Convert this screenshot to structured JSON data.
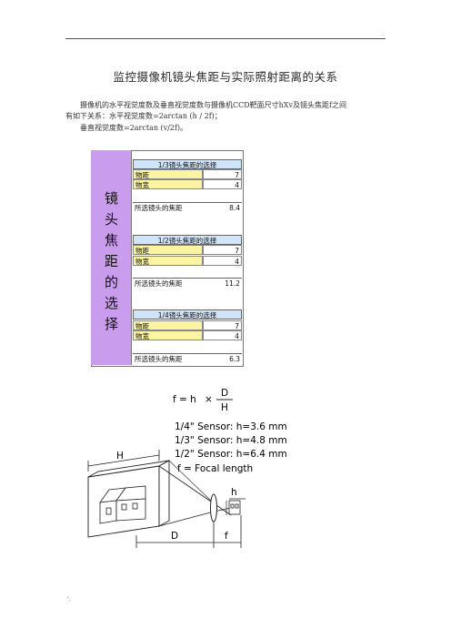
{
  "header_mark": ".",
  "title": "监控摄像机镜头焦距与实际照射距离的关系",
  "paragraph": {
    "line1": "摄像机的水平视觉度数及垂直视觉度数与摄像机CCD靶面尺寸hXv及镜头焦距f之间",
    "line2": "有如下关系：水平视觉度数=2arctan (h / 2f)；",
    "line3": "垂直视觉度数=2arctan (v/2f)。"
  },
  "table": {
    "side_label": [
      "镜",
      "头",
      "焦",
      "距",
      "的",
      "选",
      "择"
    ],
    "sections": [
      {
        "header": "1/3镜头焦距的选择",
        "rows": [
          {
            "label": "物距",
            "value": "7"
          },
          {
            "label": "物宽",
            "value": "4"
          }
        ],
        "result_label": "所选镜头的焦距",
        "result_value": "8.4"
      },
      {
        "header": "1/2镜头焦距的选择",
        "rows": [
          {
            "label": "物距",
            "value": "7"
          },
          {
            "label": "物宽",
            "value": "4"
          }
        ],
        "result_label": "所选镜头的焦距",
        "result_value": "11.2"
      },
      {
        "header": "1/4镜头焦距的选择",
        "rows": [
          {
            "label": "物距",
            "value": "7"
          },
          {
            "label": "物宽",
            "value": "4"
          }
        ],
        "result_label": "所选镜头的焦距",
        "result_value": "6.3"
      }
    ]
  },
  "diagram": {
    "formula_left": "f = h",
    "formula_times": "×",
    "formula_num": "D",
    "formula_den": "H",
    "sensor1": "1/4\" Sensor:  h=3.6 mm",
    "sensor2": "1/3\" Sensor:  h=4.8 mm",
    "sensor3": "1/2\" Sensor:  h=6.4 mm",
    "focal": "f = Focal length",
    "label_H": "H",
    "label_h": "h",
    "label_D": "D",
    "label_f": "f"
  },
  "footer_mark": "'."
}
